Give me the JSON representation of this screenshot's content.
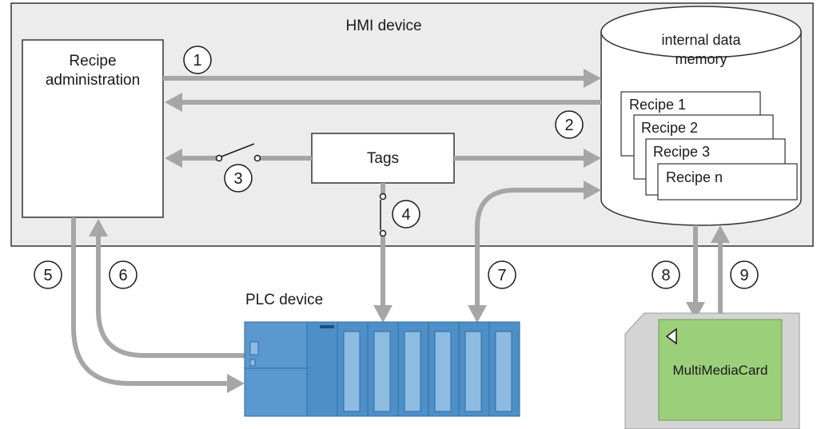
{
  "hmi": {
    "title": "HMI device"
  },
  "recipe_admin": {
    "line1": "Recipe",
    "line2": "administration"
  },
  "memory": {
    "line1": "internal data",
    "line2": "memory"
  },
  "recipes": [
    "Recipe 1",
    "Recipe 2",
    "Recipe 3",
    "Recipe n"
  ],
  "tags": {
    "label": "Tags"
  },
  "plc": {
    "label": "PLC device"
  },
  "card": {
    "label": "MultiMediaCard"
  },
  "numbers": [
    "1",
    "2",
    "3",
    "4",
    "5",
    "6",
    "7",
    "8",
    "9"
  ],
  "colors": {
    "hmi_background": "#ececec",
    "arrow": "#a6a6a6",
    "plc_module": "#4f8fc8",
    "card_chip": "#9ccf7a",
    "card_body": "#d4d4d4"
  }
}
